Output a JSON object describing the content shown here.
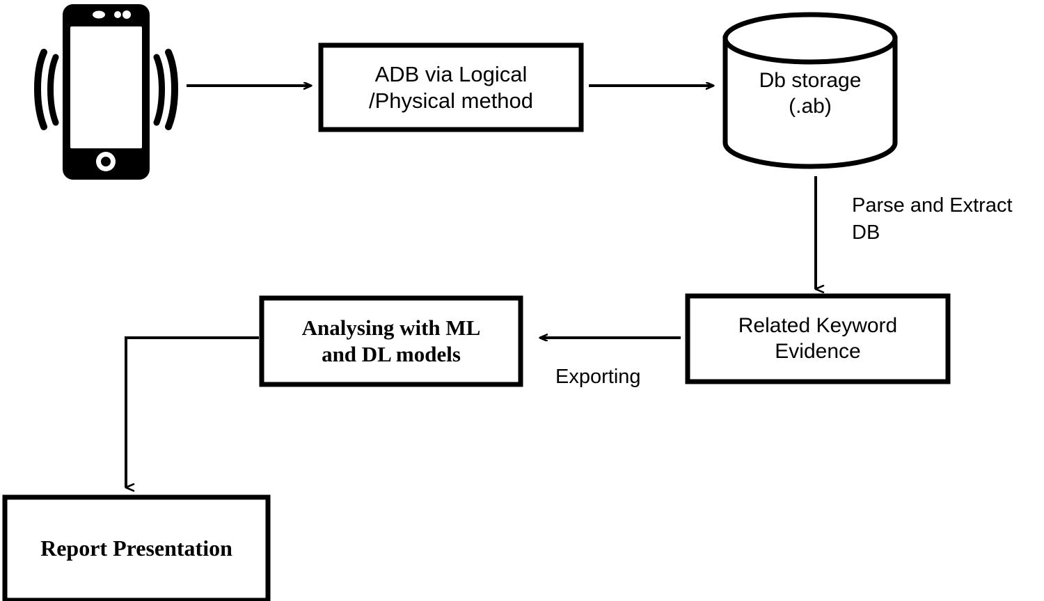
{
  "diagram": {
    "title": "Mobile forensics analysis workflow",
    "background_color": "#ffffff",
    "stroke_color": "#000000",
    "nodes": [
      {
        "id": "mobile-device",
        "shape": "phone-icon",
        "label": "",
        "icon": "smartphone-with-signal-waves-icon"
      },
      {
        "id": "adb-extraction",
        "shape": "rectangle",
        "label": "ADB via Logical\n/Physical method",
        "font": "sans"
      },
      {
        "id": "db-storage",
        "shape": "cylinder",
        "label": "Db storage\n(.ab)",
        "font": "sans"
      },
      {
        "id": "related-keyword-evidence",
        "shape": "rectangle",
        "label": "Related Keyword\nEvidence",
        "font": "sans"
      },
      {
        "id": "analysing-models",
        "shape": "rectangle",
        "label": "Analysing with ML\nand DL models",
        "font": "serif-bold"
      },
      {
        "id": "report-presentation",
        "shape": "rectangle",
        "label": "Report Presentation",
        "font": "serif-bold"
      }
    ],
    "edges": [
      {
        "id": "phone-to-adb",
        "from": "mobile-device",
        "to": "adb-extraction",
        "label": "",
        "direction": "right"
      },
      {
        "id": "adb-to-db",
        "from": "adb-extraction",
        "to": "db-storage",
        "label": "",
        "direction": "right"
      },
      {
        "id": "db-to-evidence",
        "from": "db-storage",
        "to": "related-keyword-evidence",
        "label": "Parse and Extract\nDB",
        "direction": "down"
      },
      {
        "id": "evidence-to-analysing",
        "from": "related-keyword-evidence",
        "to": "analysing-models",
        "label": "Exporting",
        "direction": "left"
      },
      {
        "id": "analysing-to-report",
        "from": "analysing-models",
        "to": "report-presentation",
        "label": "",
        "direction": "elbow-left-down"
      }
    ]
  },
  "labels": {
    "adb": "ADB via Logical\n/Physical method",
    "db_storage": "Db storage\n(.ab)",
    "related_keyword": "Related Keyword\nEvidence",
    "analysing": "Analysing with ML\nand DL models",
    "report": "Report Presentation",
    "parse_extract": "Parse and Extract\nDB",
    "exporting": "Exporting"
  }
}
